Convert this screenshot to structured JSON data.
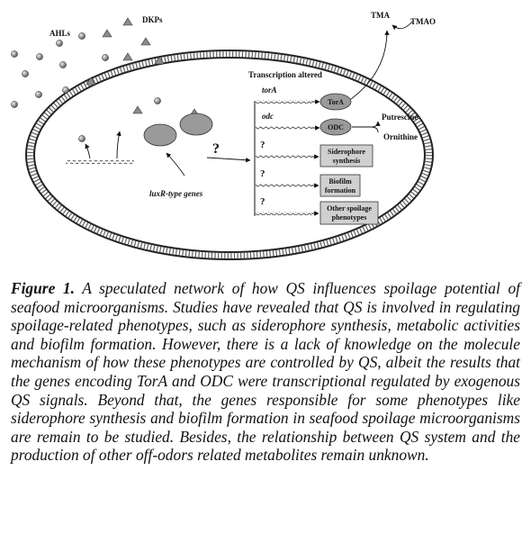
{
  "labels": {
    "ahls": "AHLs",
    "dkps": "DKPs",
    "transcription": "Transcription altered",
    "tma": "TMA",
    "tmao": "TMAO",
    "putrescine": "Putrescine",
    "ornithine": "Ornithine",
    "luxr": "luxR-type genes",
    "gene_tora": "torA",
    "gene_odc": "odc",
    "q": "?"
  },
  "boxes": {
    "tora": "TorA",
    "odc": "ODC",
    "sidero_l1": "Siderophore",
    "sidero_l2": "synthesis",
    "biofilm_l1": "Biofilm",
    "biofilm_l2": "formation",
    "other_l1": "Other spoilage",
    "other_l2": "phenotypes"
  },
  "caption": {
    "figure_label": "Figure 1.",
    "text": "A speculated network of how QS influences spoilage potential of seafood microorganisms. Studies have revealed that QS is involved in regulating spoilage-related phenotypes, such as siderophore synthesis, metabolic activities and biofilm formation. However, there is a lack of knowledge on the molecule mechanism of how these phenotypes are controlled by QS, albeit the results that the genes encoding TorA and ODC were transcriptional regulated by exogenous QS signals. Beyond that, the genes responsible for some phenotypes like siderophore synthesis and biofilm formation in seafood spoilage microorganisms are remain to be studied. Besides, the relationship between QS system and the production of other off-odors related metabolites remain unknown."
  },
  "colors": {
    "membrane_dark": "#333333",
    "shape_fill": "#9a9a9a",
    "box_fill": "#d0d0d0",
    "dot_dark": "#555555"
  }
}
